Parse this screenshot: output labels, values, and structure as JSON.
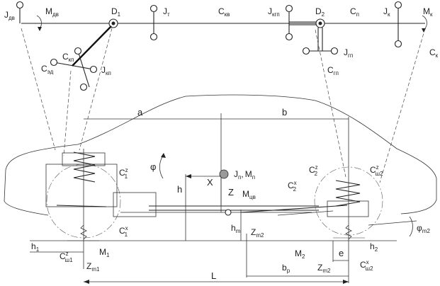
{
  "labels": {
    "j_dv": "J",
    "j_dv_sub": "дв",
    "m_dv": "M",
    "m_dv_sub": "дв",
    "d1": "D",
    "d1_sub": "1",
    "j_t": "J",
    "j_t_sub": "т",
    "c_kv": "C",
    "c_kv_sub": "кв",
    "j_kgp": "J",
    "j_kgp_sub": "кгп",
    "d2": "D",
    "d2_sub": "2",
    "c_p": "C",
    "c_p_sub": "п",
    "j_k": "J",
    "j_k_sub": "к",
    "m_k": "M",
    "m_k_sub": "к",
    "c_kp": "C",
    "c_kp_sub": "кп",
    "c_ed": "C",
    "c_ed_sub": "эд",
    "j_kp": "J",
    "j_kp_sub": "кп",
    "j_gp": "J",
    "j_gp_sub": "гп",
    "c_gp": "C",
    "c_gp_sub": "гп",
    "c_k": "C",
    "c_k_sub": "к",
    "a": "a",
    "b": "b",
    "phi": "φ",
    "x_axis": "X",
    "z_axis": "Z",
    "jp": "J",
    "jp_sub": "п",
    "mp": "M",
    "mp_sub": "п",
    "comma": ",",
    "m_cv": "M",
    "m_cv_sub": "цв",
    "c1z": "C",
    "c1z_sup": "z",
    "c1z_sub": "1",
    "c1x": "C",
    "c1x_sup": "x",
    "c1x_sub": "1",
    "c2z": "C",
    "c2z_sup": "z",
    "c2z_sub": "2",
    "c2x": "C",
    "c2x_sup": "x",
    "c2x_sub": "2",
    "csh2z": "C",
    "csh2z_sup": "z",
    "csh2z_sub": "ш2",
    "csh1z": "C",
    "csh1z_sup": "z",
    "csh1z_sub": "ш1",
    "csh2x": "C",
    "csh2x_sup": "x",
    "csh2x_sub": "ш2",
    "h": "h",
    "hm": "h",
    "hm_sub": "m",
    "zm2_a": "Z",
    "zm2_a_sub": "m2",
    "phi_m2": "φ",
    "phi_m2_sub": "m2",
    "h1": "h",
    "h1_sub": "1",
    "h2": "h",
    "h2_sub": "2",
    "m1": "M",
    "m1_sub": "1",
    "m2": "M",
    "m2_sub": "2",
    "e": "e",
    "zm1": "Z",
    "zm1_sub": "m1",
    "bp": "b",
    "bp_sub": "p",
    "zm2_b": "Z",
    "zm2_b_sub": "m2",
    "l": "L"
  }
}
